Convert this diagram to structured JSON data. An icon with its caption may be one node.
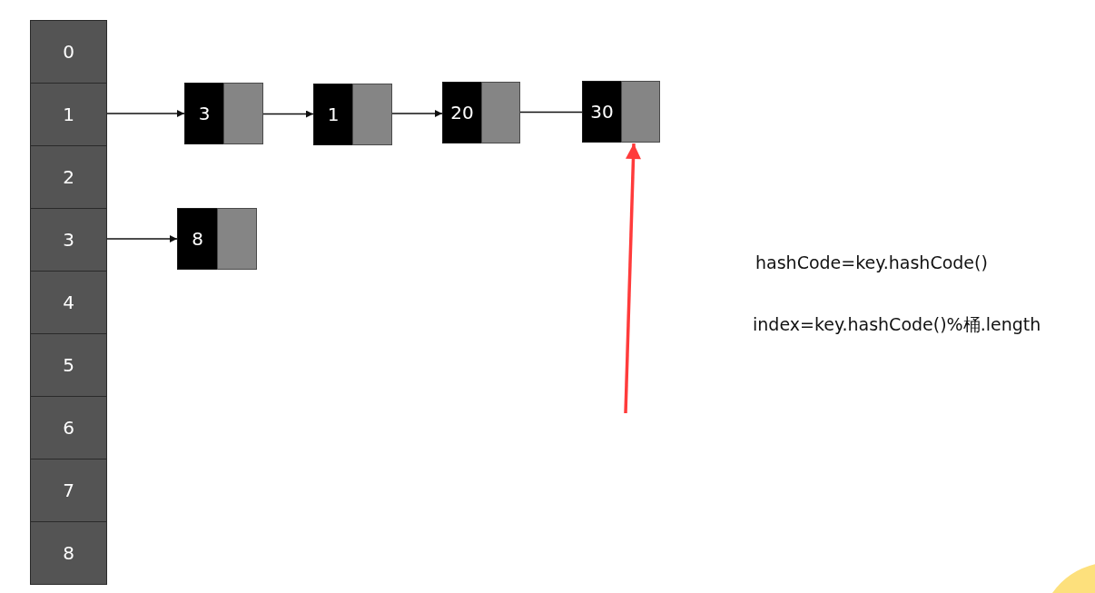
{
  "diagram": {
    "nodes": [
      {
        "text": [
          "0"
        ]
      },
      {
        "text": [
          "1"
        ]
      },
      {
        "text": [
          "2"
        ]
      },
      {
        "text": [
          "3"
        ]
      },
      {
        "text": [
          "4"
        ]
      },
      {
        "text": [
          "5"
        ]
      },
      {
        "text": [
          "6"
        ]
      },
      {
        "text": [
          "7"
        ]
      },
      {
        "text": [
          "8"
        ]
      },
      {
        "text": [
          "3"
        ]
      },
      {
        "text": [],
        "shape": "box"
      },
      {
        "text": [
          "1"
        ]
      },
      {
        "text": [],
        "shape": "box"
      },
      {
        "text": [
          "20"
        ]
      },
      {
        "text": [],
        "shape": "box"
      },
      {
        "text": [
          "30"
        ]
      },
      {
        "text": [],
        "shape": "box"
      },
      {
        "text": [
          "8"
        ]
      },
      {
        "text": [],
        "shape": "box"
      }
    ],
    "edges": [
      {
        "from": 1,
        "to": 9,
        "arrow": "to"
      },
      {
        "from": 10,
        "to": 11,
        "arrow": "to"
      },
      {
        "from": 12,
        "to": 13,
        "arrow": "to"
      },
      {
        "from": 14,
        "to": 15,
        "arrow": "none"
      },
      {
        "from": 3,
        "to": 17,
        "arrow": "to"
      },
      {
        "from": null,
        "to": 16,
        "arrow": "to",
        "style": "thick",
        "color": "#ff3b3b"
      }
    ],
    "labels": [
      "hashCode=key.hashCode()",
      "index=key.hashCode()%桶.length"
    ]
  }
}
